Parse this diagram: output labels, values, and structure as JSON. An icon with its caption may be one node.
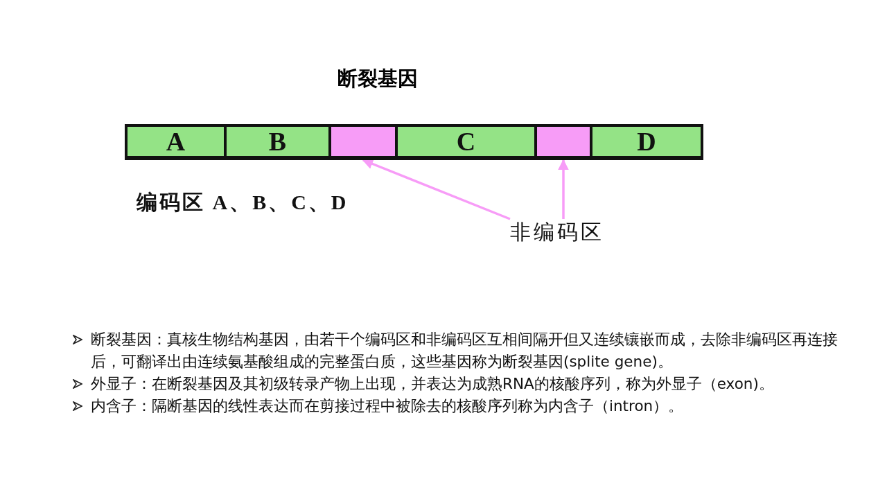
{
  "diagram": {
    "title": "断裂基因",
    "nodes": [
      {
        "text": [],
        "shape": "bar"
      },
      {
        "text": [
          "A"
        ],
        "in": 0
      },
      {
        "text": [
          "B"
        ],
        "in": 0
      },
      {
        "text": [],
        "shape": "box",
        "in": 0
      },
      {
        "text": [
          "C"
        ],
        "in": 0
      },
      {
        "text": [],
        "shape": "box",
        "in": 0
      },
      {
        "text": [
          "D"
        ],
        "in": 0
      },
      {
        "text": [
          "非编码区"
        ]
      }
    ],
    "edges": [
      {
        "from": 7,
        "to": 3,
        "arrow": "to"
      },
      {
        "from": 7,
        "to": 5,
        "arrow": "to"
      }
    ],
    "labels": [
      "编码区 A、B、C、D",
      "断裂基因：真核生物结构基因，由若干个编码区和非编码区互相间隔开但又连续镶嵌而成，去除非编码区再连接后，可翻译出由连续氨基酸组成的完整蛋白质，这些基因称为断裂基因(splite gene)。",
      "外显子：在断裂基因及其初级转录产物上出现，并表达为成熟RNA的核酸序列，称为外显子（exon)。",
      "内含子：隔断基因的线性表达而在剪接过程中被除去的核酸序列称为内含子（intron）。"
    ]
  }
}
